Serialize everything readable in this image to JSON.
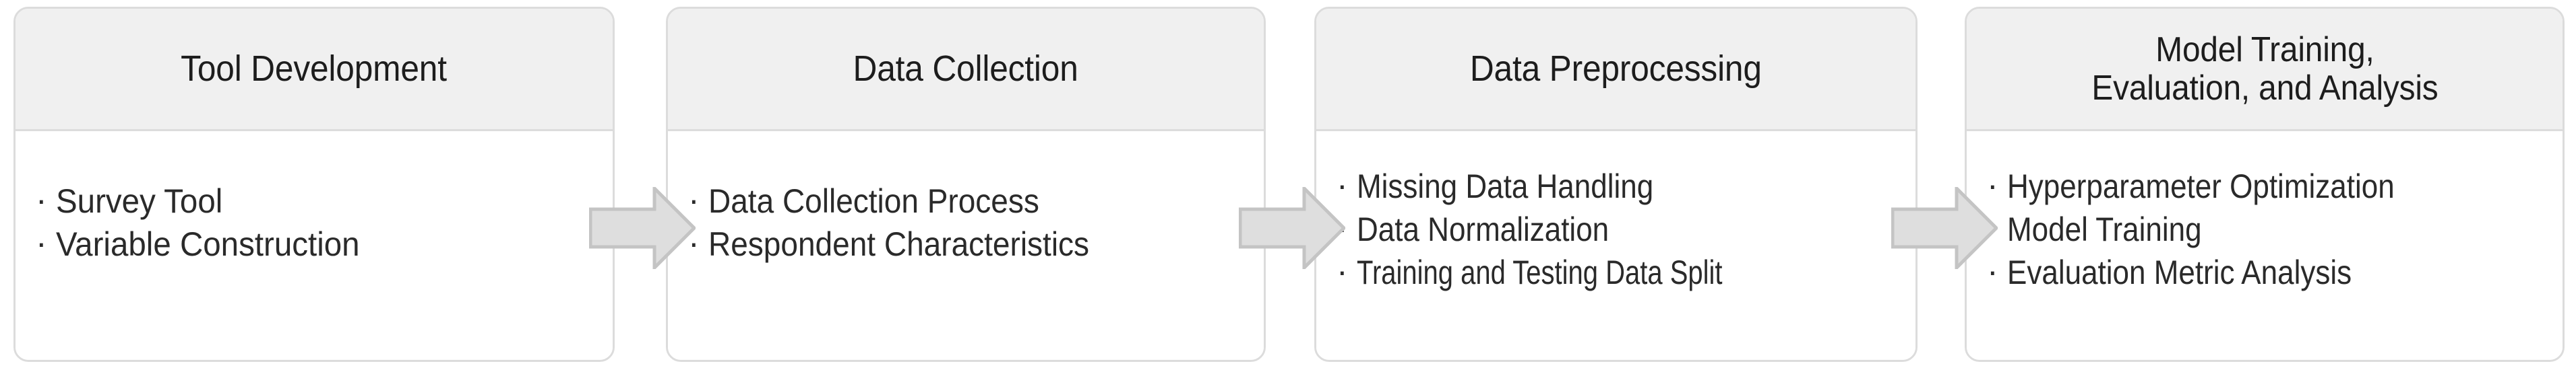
{
  "diagram": {
    "type": "horizontal-process-flow",
    "title_visible": false,
    "colors": {
      "box_border": "#dcdcdc",
      "header_background": "#f0f0f0",
      "body_background": "#ffffff",
      "text": "#1d1d1d",
      "arrow_fill": "#dedede",
      "arrow_stroke": "#c4c4c4"
    },
    "bullet_glyph": "·",
    "stages": [
      {
        "id": "tool-development",
        "title": "Tool Development",
        "items": [
          "Survey Tool",
          "Variable Construction"
        ]
      },
      {
        "id": "data-collection",
        "title": "Data Collection",
        "items": [
          "Data Collection Process",
          "Respondent Characteristics"
        ]
      },
      {
        "id": "data-preprocessing",
        "title": "Data Preprocessing",
        "items": [
          "Missing Data Handling",
          "Data Normalization",
          "Training and Testing Data Split"
        ]
      },
      {
        "id": "model-training-evaluation-analysis",
        "title": "Model Training,\nEvaluation, and Analysis",
        "items": [
          "Hyperparameter Optimization",
          "Model Training",
          "Evaluation Metric Analysis"
        ]
      }
    ],
    "connectors": [
      {
        "id": "arrow-1",
        "from": "tool-development",
        "to": "data-collection",
        "glyph": "right-arrow"
      },
      {
        "id": "arrow-2",
        "from": "data-collection",
        "to": "data-preprocessing",
        "glyph": "right-arrow"
      },
      {
        "id": "arrow-3",
        "from": "data-preprocessing",
        "to": "model-training-evaluation-analysis",
        "glyph": "right-arrow"
      }
    ]
  }
}
